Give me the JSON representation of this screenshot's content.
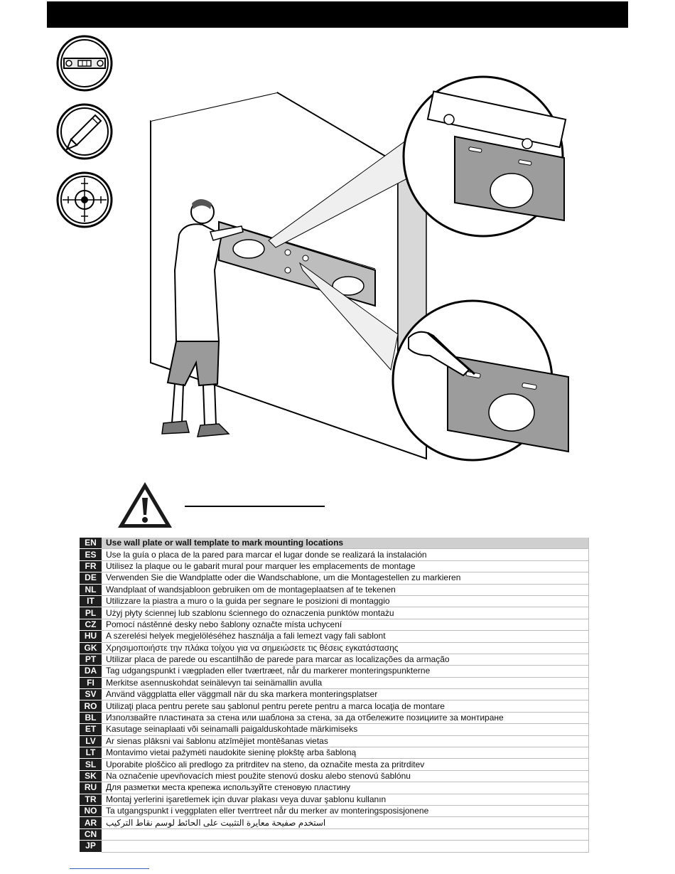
{
  "icons": {
    "level": "spirit-level-icon",
    "pencil": "pencil-icon",
    "target": "crosshair-target-icon",
    "warning": "warning-triangle-icon"
  },
  "instructions": [
    {
      "code": "EN",
      "text": "Use wall plate or wall template to mark mounting locations"
    },
    {
      "code": "ES",
      "text": "Use la guía o placa de la pared para marcar el lugar donde se realizará la instalación"
    },
    {
      "code": "FR",
      "text": "Utilisez la plaque ou le gabarit mural pour marquer les emplacements de montage"
    },
    {
      "code": "DE",
      "text": "Verwenden Sie die Wandplatte oder die Wandschablone, um die Montagestellen zu markieren"
    },
    {
      "code": "NL",
      "text": "Wandplaat of wandsjabloon gebruiken om de montageplaatsen af te tekenen"
    },
    {
      "code": "IT",
      "text": "Utilizzare la piastra a muro o la guida per segnare le posizioni di montaggio"
    },
    {
      "code": "PL",
      "text": "Użyj płyty ściennej lub szablonu ściennego do oznaczenia punktów montażu"
    },
    {
      "code": "CZ",
      "text": "Pomocí nástěnné desky nebo šablony označte místa uchycení"
    },
    {
      "code": "HU",
      "text": "A szerelési helyek megjelöléséhez használja a fali lemezt vagy fali sablont"
    },
    {
      "code": "GK",
      "text": "Χρησιμοποιήστε την πλάκα τοίχου για να σημειώσετε τις θέσεις εγκατάστασης"
    },
    {
      "code": "PT",
      "text": "Utilizar placa de parede ou escantilhão de parede para marcar as localizações da armação"
    },
    {
      "code": "DA",
      "text": "Tag udgangspunkt i vægpladen eller tværtræet, når du markerer monteringspunkterne"
    },
    {
      "code": "FI",
      "text": "Merkitse asennuskohdat seinälevyn tai seinämallin avulla"
    },
    {
      "code": "SV",
      "text": "Använd väggplatta eller väggmall när du ska markera monteringsplatser"
    },
    {
      "code": "RO",
      "text": "Utilizaţi placa pentru perete sau şablonul pentru perete pentru a marca locaţia de montare"
    },
    {
      "code": "BL",
      "text": "Използвайте пластината за стена или шаблона за стена, за да отбележите позициите за монтиране"
    },
    {
      "code": "ET",
      "text": "Kasutage seinaplaati või seinamalli paigalduskohtade märkimiseks"
    },
    {
      "code": "LV",
      "text": "Ar sienas plāksni vai šablonu atzīmējiet montēšanas vietas"
    },
    {
      "code": "LT",
      "text": "Montavimo vietai pažymėti naudokite sieninę plokštę arba šabloną"
    },
    {
      "code": "SL",
      "text": "Uporabite ploščico ali predlogo za pritrditev na steno, da označite mesta za pritrditev"
    },
    {
      "code": "SK",
      "text": "Na označenie upevňovacích miest použite stenovú dosku alebo stenovú šablónu"
    },
    {
      "code": "RU",
      "text": "Для разметки места крепежа используйте стеновую пластину"
    },
    {
      "code": "TR",
      "text": "Montaj yerlerini işaretlemek için duvar plakası veya duvar şablonu kullanın"
    },
    {
      "code": "NO",
      "text": "Ta utgangspunkt i veggplaten eller tverrtreet når du merker av monteringsposisjonene"
    },
    {
      "code": "AR",
      "text": "استخدم صفيحة معايرة التثبيت على الحائط لوسم نقاط التركيب"
    },
    {
      "code": "CN",
      "text": ""
    },
    {
      "code": "JP",
      "text": ""
    }
  ]
}
